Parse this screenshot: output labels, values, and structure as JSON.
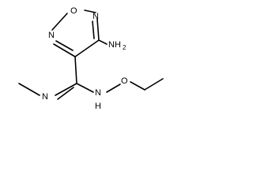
{
  "molecule": {
    "atoms": {
      "O_ring": "O",
      "N_ring_top": "N",
      "N_ring_left": "N",
      "NH2_N": "NH",
      "NH2_sub": "2",
      "N_imine": "N",
      "N_amine": "N",
      "H_amine": "H",
      "O_ether": "O"
    },
    "colors": {
      "ink": "#000000",
      "background": "#ffffff"
    }
  }
}
